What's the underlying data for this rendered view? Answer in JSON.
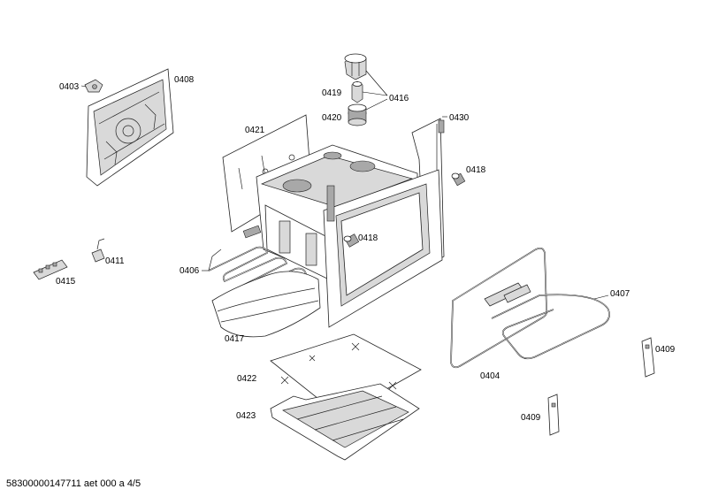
{
  "labels": {
    "l0403": "0403",
    "l0408": "0408",
    "l0419": "0419",
    "l0416": "0416",
    "l0420": "0420",
    "l0430": "0430",
    "l0421": "0421",
    "l0418a": "0418",
    "l0418b": "0418",
    "l0411": "0411",
    "l0415": "0415",
    "l0406": "0406",
    "l0417": "0417",
    "l0407": "0407",
    "l0409a": "0409",
    "l0404": "0404",
    "l0422": "0422",
    "l0423": "0423",
    "l0409b": "0409"
  },
  "footer": "58300000147711 aet 000 a 4/5"
}
